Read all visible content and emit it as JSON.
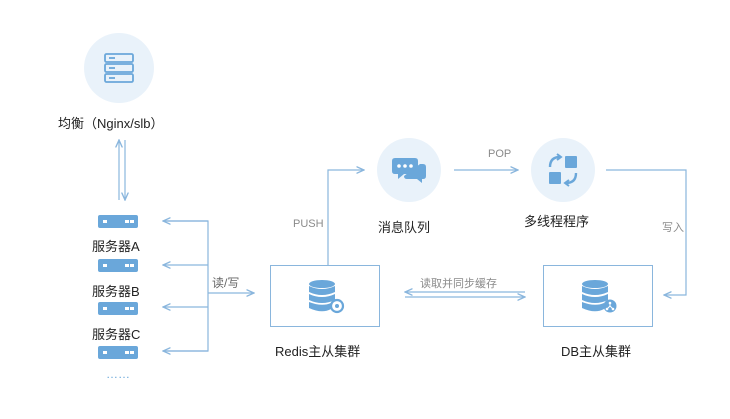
{
  "nodes": {
    "load_balancer": "均衡（Nginx/slb）",
    "server_a": "服务器A",
    "server_b": "服务器B",
    "server_c": "服务器C",
    "server_more": "……",
    "message_queue": "消息队列",
    "multithread": "多线程程序",
    "redis_cluster": "Redis主从集群",
    "db_cluster": "DB主从集群"
  },
  "edges": {
    "read_write": "读/写",
    "push": "PUSH",
    "pop": "POP",
    "write_in": "写入",
    "read_sync_cache": "读取并同步缓存"
  },
  "colors": {
    "line": "#8ab6dd",
    "icon": "#6aa7da",
    "icon_bg": "#e9f2fa",
    "server": "#6aa7da"
  },
  "icons": {
    "load_balancer": "server-stack-icon",
    "message_queue": "chat-bubbles-icon",
    "multithread": "sync-blocks-icon",
    "redis": "database-gear-icon",
    "db": "database-network-icon",
    "server": "server-rack-icon"
  }
}
